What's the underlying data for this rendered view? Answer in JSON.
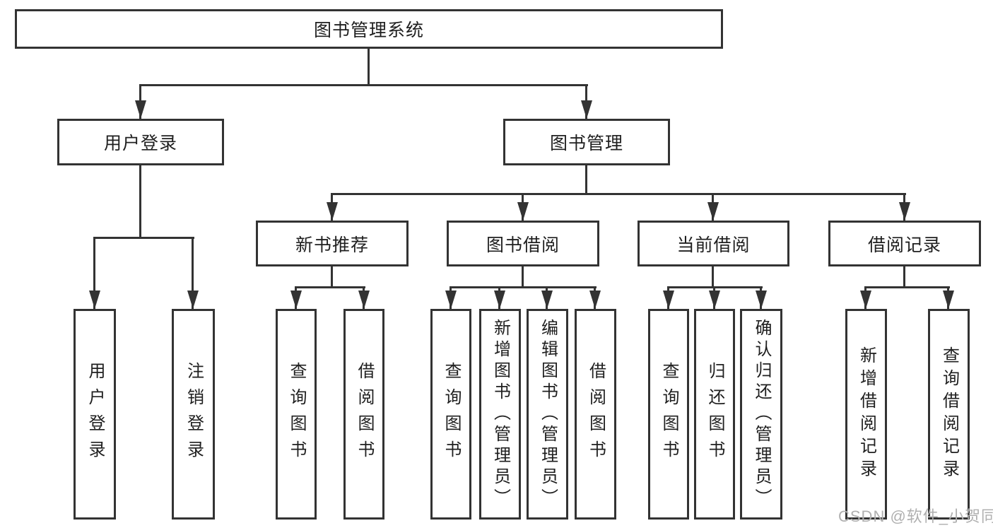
{
  "diagram": {
    "type": "functional-structure-tree",
    "colors": {
      "line": "#333333",
      "text": "#1f1f1f",
      "watermark": "#b0b0b0",
      "background": "#ffffff"
    }
  },
  "tree": {
    "root": {
      "label": "图书管理系统"
    },
    "branches": [
      {
        "label": "用户登录",
        "children": [
          {
            "label": "用户登录"
          },
          {
            "label": "注销登录"
          }
        ]
      },
      {
        "label": "图书管理",
        "children": [
          {
            "label": "新书推荐",
            "children": [
              {
                "label": "查询图书"
              },
              {
                "label": "借阅图书"
              }
            ]
          },
          {
            "label": "图书借阅",
            "children": [
              {
                "label": "查询图书"
              },
              {
                "label": "新增图书（管理员）"
              },
              {
                "label": "编辑图书（管理员）"
              },
              {
                "label": "借阅图书"
              }
            ]
          },
          {
            "label": "当前借阅",
            "children": [
              {
                "label": "查询图书"
              },
              {
                "label": "归还图书"
              },
              {
                "label": "确认归还（管理员）"
              }
            ]
          },
          {
            "label": "借阅记录",
            "children": [
              {
                "label": "新增借阅记录"
              },
              {
                "label": "查询借阅记录"
              }
            ]
          }
        ]
      }
    ]
  },
  "watermark": {
    "text": "CSDN @软件_小贺同学"
  }
}
